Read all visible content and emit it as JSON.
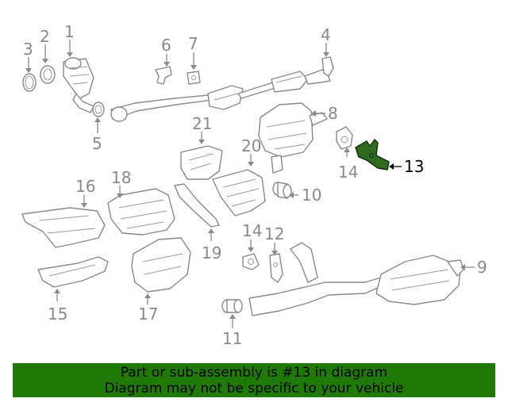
{
  "callouts": {
    "c1": "1",
    "c2": "2",
    "c3": "3",
    "c4": "4",
    "c5": "5",
    "c6": "6",
    "c7": "7",
    "c8": "8",
    "c9": "9",
    "c10": "10",
    "c11": "11",
    "c12": "12",
    "c13": "13",
    "c14a": "14",
    "c14b": "14",
    "c15": "15",
    "c16": "16",
    "c17": "17",
    "c18": "18",
    "c19": "19",
    "c20": "20",
    "c21": "21"
  },
  "highlight_color": "#2f6b1e",
  "banner": {
    "color": "#1f7a05",
    "line1": "Part or sub-assembly is #13 in diagram",
    "line2": "Diagram may not be specific to your vehicle"
  }
}
